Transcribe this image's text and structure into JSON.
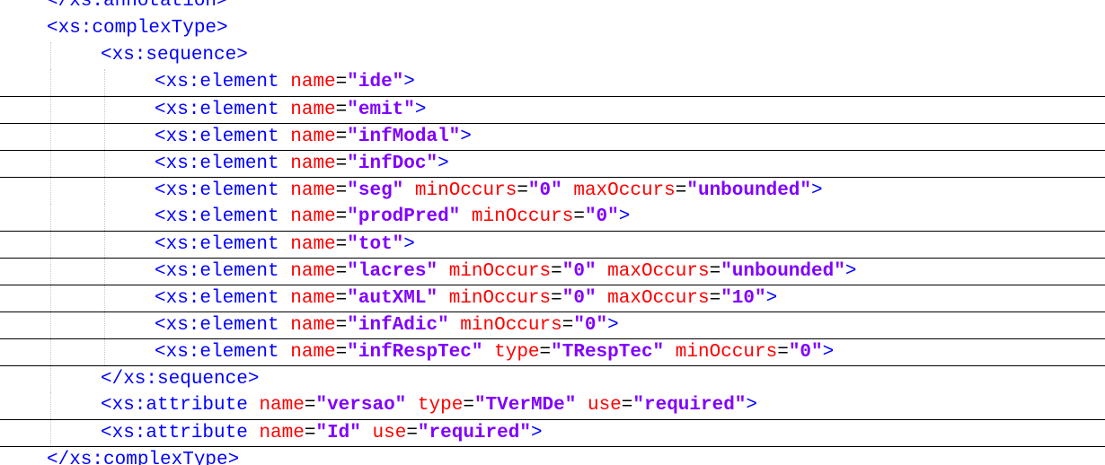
{
  "editor": {
    "language": "XML Schema",
    "colors": {
      "tag": "#0000ff",
      "bracket": "#8000ff",
      "attribute": "#ff0000",
      "equals": "#000000",
      "value": "#8000ff",
      "separator_line": "#000000",
      "indent_guide": "#c8c8c8"
    },
    "lines": [
      {
        "indent": 1,
        "boxed": false,
        "tokens": [
          {
            "t": "tag",
            "v": "</xs:annotation>"
          }
        ]
      },
      {
        "indent": 1,
        "boxed": false,
        "tokens": [
          {
            "t": "tag",
            "v": "<xs:complexType>"
          }
        ]
      },
      {
        "indent": 2,
        "boxed": false,
        "tokens": [
          {
            "t": "tag",
            "v": "<xs:sequence>"
          }
        ]
      },
      {
        "indent": 3,
        "boxed": false,
        "tokens": [
          {
            "t": "tag",
            "v": "<xs:element"
          },
          {
            "t": "sp",
            "v": " "
          },
          {
            "t": "attr",
            "v": "name"
          },
          {
            "t": "eq",
            "v": "="
          },
          {
            "t": "val",
            "v": "\"ide\""
          },
          {
            "t": "tagc",
            "v": ">"
          }
        ]
      },
      {
        "indent": 3,
        "boxed": true,
        "tokens": [
          {
            "t": "tag",
            "v": "<xs:element"
          },
          {
            "t": "sp",
            "v": " "
          },
          {
            "t": "attr",
            "v": "name"
          },
          {
            "t": "eq",
            "v": "="
          },
          {
            "t": "val",
            "v": "\"emit\""
          },
          {
            "t": "tagc",
            "v": ">"
          }
        ]
      },
      {
        "indent": 3,
        "boxed": true,
        "tokens": [
          {
            "t": "tag",
            "v": "<xs:element"
          },
          {
            "t": "sp",
            "v": " "
          },
          {
            "t": "attr",
            "v": "name"
          },
          {
            "t": "eq",
            "v": "="
          },
          {
            "t": "val",
            "v": "\"infModal\""
          },
          {
            "t": "tagc",
            "v": ">"
          }
        ]
      },
      {
        "indent": 3,
        "boxed": true,
        "tokens": [
          {
            "t": "tag",
            "v": "<xs:element"
          },
          {
            "t": "sp",
            "v": " "
          },
          {
            "t": "attr",
            "v": "name"
          },
          {
            "t": "eq",
            "v": "="
          },
          {
            "t": "val",
            "v": "\"infDoc\""
          },
          {
            "t": "tagc",
            "v": ">"
          }
        ]
      },
      {
        "indent": 3,
        "boxed": true,
        "tokens": [
          {
            "t": "tag",
            "v": "<xs:element"
          },
          {
            "t": "sp",
            "v": " "
          },
          {
            "t": "attr",
            "v": "name"
          },
          {
            "t": "eq",
            "v": "="
          },
          {
            "t": "val",
            "v": "\"seg\""
          },
          {
            "t": "sp",
            "v": " "
          },
          {
            "t": "attr",
            "v": "minOccurs"
          },
          {
            "t": "eq",
            "v": "="
          },
          {
            "t": "val",
            "v": "\"0\""
          },
          {
            "t": "sp",
            "v": " "
          },
          {
            "t": "attr",
            "v": "maxOccurs"
          },
          {
            "t": "eq",
            "v": "="
          },
          {
            "t": "val",
            "v": "\"unbounded\""
          },
          {
            "t": "tagc",
            "v": ">"
          }
        ]
      },
      {
        "indent": 3,
        "boxed": false,
        "tokens": [
          {
            "t": "tag",
            "v": "<xs:element"
          },
          {
            "t": "sp",
            "v": " "
          },
          {
            "t": "attr",
            "v": "name"
          },
          {
            "t": "eq",
            "v": "="
          },
          {
            "t": "val",
            "v": "\"prodPred\""
          },
          {
            "t": "sp",
            "v": " "
          },
          {
            "t": "attr",
            "v": "minOccurs"
          },
          {
            "t": "eq",
            "v": "="
          },
          {
            "t": "val",
            "v": "\"0\""
          },
          {
            "t": "tagc",
            "v": ">"
          }
        ]
      },
      {
        "indent": 3,
        "boxed": true,
        "tokens": [
          {
            "t": "tag",
            "v": "<xs:element"
          },
          {
            "t": "sp",
            "v": " "
          },
          {
            "t": "attr",
            "v": "name"
          },
          {
            "t": "eq",
            "v": "="
          },
          {
            "t": "val",
            "v": "\"tot\""
          },
          {
            "t": "tagc",
            "v": ">"
          }
        ]
      },
      {
        "indent": 3,
        "boxed": true,
        "tokens": [
          {
            "t": "tag",
            "v": "<xs:element"
          },
          {
            "t": "sp",
            "v": " "
          },
          {
            "t": "attr",
            "v": "name"
          },
          {
            "t": "eq",
            "v": "="
          },
          {
            "t": "val",
            "v": "\"lacres\""
          },
          {
            "t": "sp",
            "v": " "
          },
          {
            "t": "attr",
            "v": "minOccurs"
          },
          {
            "t": "eq",
            "v": "="
          },
          {
            "t": "val",
            "v": "\"0\""
          },
          {
            "t": "sp",
            "v": " "
          },
          {
            "t": "attr",
            "v": "maxOccurs"
          },
          {
            "t": "eq",
            "v": "="
          },
          {
            "t": "val",
            "v": "\"unbounded\""
          },
          {
            "t": "tagc",
            "v": ">"
          }
        ]
      },
      {
        "indent": 3,
        "boxed": true,
        "tokens": [
          {
            "t": "tag",
            "v": "<xs:element"
          },
          {
            "t": "sp",
            "v": " "
          },
          {
            "t": "attr",
            "v": "name"
          },
          {
            "t": "eq",
            "v": "="
          },
          {
            "t": "val",
            "v": "\"autXML\""
          },
          {
            "t": "sp",
            "v": " "
          },
          {
            "t": "attr",
            "v": "minOccurs"
          },
          {
            "t": "eq",
            "v": "="
          },
          {
            "t": "val",
            "v": "\"0\""
          },
          {
            "t": "sp",
            "v": " "
          },
          {
            "t": "attr",
            "v": "maxOccurs"
          },
          {
            "t": "eq",
            "v": "="
          },
          {
            "t": "val",
            "v": "\"10\""
          },
          {
            "t": "tagc",
            "v": ">"
          }
        ]
      },
      {
        "indent": 3,
        "boxed": true,
        "tokens": [
          {
            "t": "tag",
            "v": "<xs:element"
          },
          {
            "t": "sp",
            "v": " "
          },
          {
            "t": "attr",
            "v": "name"
          },
          {
            "t": "eq",
            "v": "="
          },
          {
            "t": "val",
            "v": "\"infAdic\""
          },
          {
            "t": "sp",
            "v": " "
          },
          {
            "t": "attr",
            "v": "minOccurs"
          },
          {
            "t": "eq",
            "v": "="
          },
          {
            "t": "val",
            "v": "\"0\""
          },
          {
            "t": "tagc",
            "v": ">"
          }
        ]
      },
      {
        "indent": 3,
        "boxed": true,
        "tokens": [
          {
            "t": "tag",
            "v": "<xs:element"
          },
          {
            "t": "sp",
            "v": " "
          },
          {
            "t": "attr",
            "v": "name"
          },
          {
            "t": "eq",
            "v": "="
          },
          {
            "t": "val",
            "v": "\"infRespTec\""
          },
          {
            "t": "sp",
            "v": " "
          },
          {
            "t": "attr",
            "v": "type"
          },
          {
            "t": "eq",
            "v": "="
          },
          {
            "t": "val",
            "v": "\"TRespTec\""
          },
          {
            "t": "sp",
            "v": " "
          },
          {
            "t": "attr",
            "v": "minOccurs"
          },
          {
            "t": "eq",
            "v": "="
          },
          {
            "t": "val",
            "v": "\"0\""
          },
          {
            "t": "tagc",
            "v": ">"
          }
        ]
      },
      {
        "indent": 2,
        "boxed": true,
        "tokens": [
          {
            "t": "tag",
            "v": "</xs:sequence>"
          }
        ]
      },
      {
        "indent": 2,
        "boxed": false,
        "tokens": [
          {
            "t": "tag",
            "v": "<xs:attribute"
          },
          {
            "t": "sp",
            "v": " "
          },
          {
            "t": "attr",
            "v": "name"
          },
          {
            "t": "eq",
            "v": "="
          },
          {
            "t": "val",
            "v": "\"versao\""
          },
          {
            "t": "sp",
            "v": " "
          },
          {
            "t": "attr",
            "v": "type"
          },
          {
            "t": "eq",
            "v": "="
          },
          {
            "t": "val",
            "v": "\"TVerMDe\""
          },
          {
            "t": "sp",
            "v": " "
          },
          {
            "t": "attr",
            "v": "use"
          },
          {
            "t": "eq",
            "v": "="
          },
          {
            "t": "val",
            "v": "\"required\""
          },
          {
            "t": "tagc",
            "v": ">"
          }
        ]
      },
      {
        "indent": 2,
        "boxed": true,
        "tokens": [
          {
            "t": "tag",
            "v": "<xs:attribute"
          },
          {
            "t": "sp",
            "v": " "
          },
          {
            "t": "attr",
            "v": "name"
          },
          {
            "t": "eq",
            "v": "="
          },
          {
            "t": "val",
            "v": "\"Id\""
          },
          {
            "t": "sp",
            "v": " "
          },
          {
            "t": "attr",
            "v": "use"
          },
          {
            "t": "eq",
            "v": "="
          },
          {
            "t": "val",
            "v": "\"required\""
          },
          {
            "t": "tagc",
            "v": ">"
          }
        ]
      },
      {
        "indent": 1,
        "boxed": true,
        "tokens": [
          {
            "t": "tag",
            "v": "</xs:complexType>"
          }
        ]
      }
    ]
  }
}
